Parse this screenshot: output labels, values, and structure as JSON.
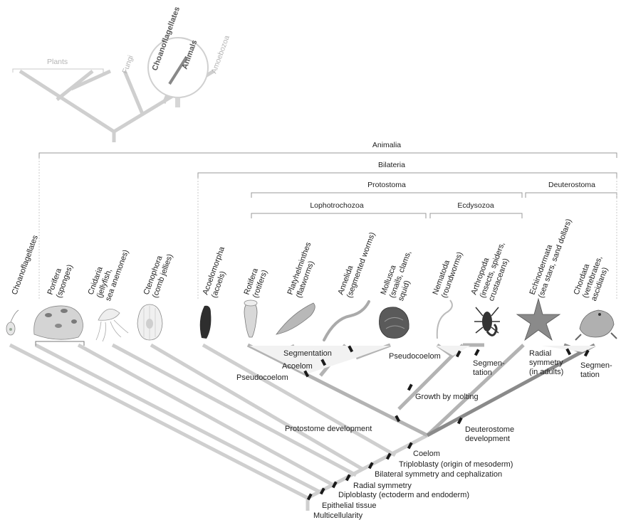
{
  "inset": {
    "plants": "Plants",
    "fungi": "Fungi",
    "choanoflagellates": "Choanoflagellates",
    "animals": "Animals",
    "amoebozoa": "Amoebozoa"
  },
  "groups": {
    "animalia": "Animalia",
    "bilateria": "Bilateria",
    "protostoma": "Protostoma",
    "deuterostoma": "Deuterostoma",
    "lophotrochozoa": "Lophotrochozoa",
    "ecdysozoa": "Ecdysozoa"
  },
  "taxa": [
    {
      "name": "Choanoflagellates",
      "common": ""
    },
    {
      "name": "Porifera",
      "common": "(sponges)"
    },
    {
      "name": "Cnidaria",
      "common": "(jellyfish,",
      "common2": "sea anemones)"
    },
    {
      "name": "Ctenophora",
      "common": "(comb jellies)"
    },
    {
      "name": "Acoelomorpha",
      "common": "(acoels)"
    },
    {
      "name": "Rotifera",
      "common": "(rotifers)"
    },
    {
      "name": "Platyhelminthes",
      "common": "(flatworms)"
    },
    {
      "name": "Annelida",
      "common": "(segmented worms)"
    },
    {
      "name": "Mollusca",
      "common": "(snails, clams,",
      "common2": "squid)"
    },
    {
      "name": "Nematoda",
      "common": "(roundworms)"
    },
    {
      "name": "Arthropoda",
      "common": "(insects, spiders,",
      "common2": "crustaceans)"
    },
    {
      "name": "Echinodermata",
      "common": "(sea stars, sand dollars)"
    },
    {
      "name": "Chordata",
      "common": "(vertebrates,",
      "common2": "ascidians)"
    }
  ],
  "traits": {
    "segmentation": "Segmentation",
    "acoelom": "Acoelom",
    "pseudocoelom_left": "Pseudocoelom",
    "pseudocoelom_right": "Pseudocoelom",
    "segmentation_arthropoda_1": "Segmen-",
    "segmentation_arthropoda_2": "tation",
    "radial_1": "Radial",
    "radial_2": "symmetry",
    "radial_3": "(in adults)",
    "segmentation_chordata_1": "Segmen-",
    "segmentation_chordata_2": "tation",
    "growth_by_molting": "Growth by molting",
    "protostome_development": "Protostome development",
    "deuterostome_development_1": "Deuterostome",
    "deuterostome_development_2": "development",
    "coelom": "Coelom",
    "triploblasty": "Triploblasty (origin of mesoderm)",
    "bilateral": "Bilateral symmetry and cephalization",
    "radial_symmetry": "Radial symmetry",
    "diploblasty": "Diploblasty (ectoderm and endoderm)",
    "epithelial": "Epithelial tissue",
    "multicellularity": "Multicellularity"
  }
}
